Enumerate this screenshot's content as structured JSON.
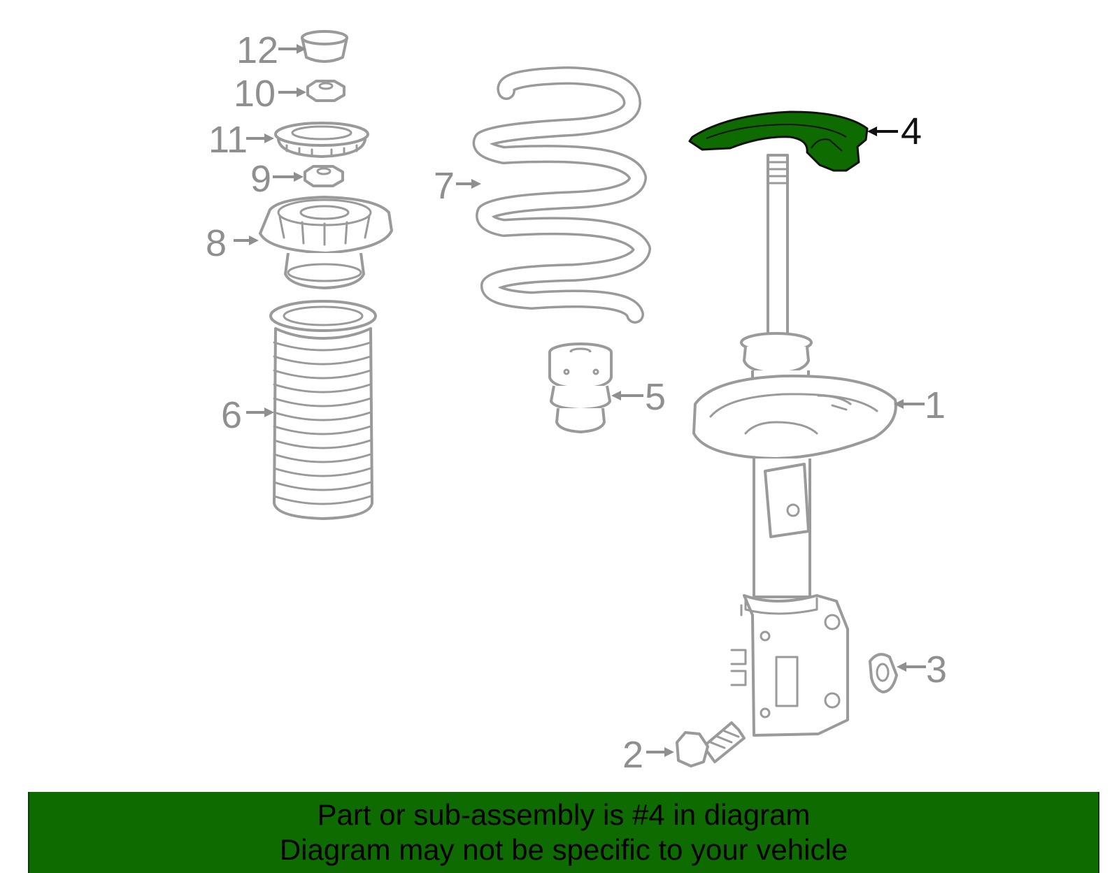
{
  "diagram": {
    "highlight_color": "#0d6b00",
    "callouts": [
      {
        "id": "1",
        "label": "1"
      },
      {
        "id": "2",
        "label": "2"
      },
      {
        "id": "3",
        "label": "3"
      },
      {
        "id": "4",
        "label": "4",
        "highlighted": true
      },
      {
        "id": "5",
        "label": "5"
      },
      {
        "id": "6",
        "label": "6"
      },
      {
        "id": "7",
        "label": "7"
      },
      {
        "id": "8",
        "label": "8"
      },
      {
        "id": "9",
        "label": "9"
      },
      {
        "id": "10",
        "label": "10"
      },
      {
        "id": "11",
        "label": "11"
      },
      {
        "id": "12",
        "label": "12"
      }
    ]
  },
  "footer": {
    "background": "#0d6b00",
    "line1": "Part or sub-assembly is #4 in diagram",
    "line2": "Diagram may not be specific to your vehicle"
  }
}
